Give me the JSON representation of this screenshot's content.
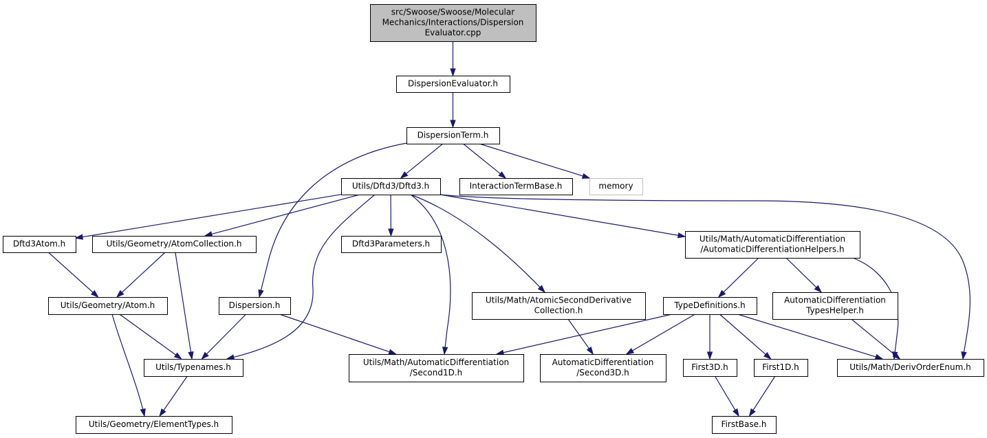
{
  "diagram": {
    "nodes": [
      {
        "id": "root",
        "lines": [
          "src/Swoose/Swoose/Molecular",
          "Mechanics/Interactions/Dispersion",
          "Evaluator.cpp"
        ],
        "style": "root"
      },
      {
        "id": "dispersion_evaluator_h",
        "lines": [
          "DispersionEvaluator.h"
        ],
        "style": "normal"
      },
      {
        "id": "dispersion_term_h",
        "lines": [
          "DispersionTerm.h"
        ],
        "style": "normal"
      },
      {
        "id": "dftd3_h",
        "lines": [
          "Utils/Dftd3/Dftd3.h"
        ],
        "style": "normal"
      },
      {
        "id": "interaction_term_base_h",
        "lines": [
          "InteractionTermBase.h"
        ],
        "style": "normal"
      },
      {
        "id": "memory",
        "lines": [
          "memory"
        ],
        "style": "external"
      },
      {
        "id": "dftd3_atom_h",
        "lines": [
          "Dftd3Atom.h"
        ],
        "style": "normal"
      },
      {
        "id": "atom_collection_h",
        "lines": [
          "Utils/Geometry/AtomCollection.h"
        ],
        "style": "normal"
      },
      {
        "id": "dftd3_parameters_h",
        "lines": [
          "Dftd3Parameters.h"
        ],
        "style": "normal"
      },
      {
        "id": "ad_helpers_h",
        "lines": [
          "Utils/Math/AutomaticDifferentiation",
          "/AutomaticDifferentiationHelpers.h"
        ],
        "style": "normal"
      },
      {
        "id": "atom_h",
        "lines": [
          "Utils/Geometry/Atom.h"
        ],
        "style": "normal"
      },
      {
        "id": "dispersion_h",
        "lines": [
          "Dispersion.h"
        ],
        "style": "normal"
      },
      {
        "id": "atomic_second_derivative_h",
        "lines": [
          "Utils/Math/AtomicSecondDerivative",
          "Collection.h"
        ],
        "style": "normal"
      },
      {
        "id": "type_definitions_h",
        "lines": [
          "TypeDefinitions.h"
        ],
        "style": "normal"
      },
      {
        "id": "ad_types_helper_h",
        "lines": [
          "AutomaticDifferentiation",
          "TypesHelper.h"
        ],
        "style": "normal"
      },
      {
        "id": "typenames_h",
        "lines": [
          "Utils/Typenames.h"
        ],
        "style": "normal"
      },
      {
        "id": "second1d_h",
        "lines": [
          "Utils/Math/AutomaticDifferentiation",
          "/Second1D.h"
        ],
        "style": "normal"
      },
      {
        "id": "second3d_h",
        "lines": [
          "AutomaticDifferentiation",
          "/Second3D.h"
        ],
        "style": "normal"
      },
      {
        "id": "first3d_h",
        "lines": [
          "First3D.h"
        ],
        "style": "normal"
      },
      {
        "id": "first1d_h",
        "lines": [
          "First1D.h"
        ],
        "style": "normal"
      },
      {
        "id": "deriv_order_enum_h",
        "lines": [
          "Utils/Math/DerivOrderEnum.h"
        ],
        "style": "normal"
      },
      {
        "id": "element_types_h",
        "lines": [
          "Utils/Geometry/ElementTypes.h"
        ],
        "style": "normal"
      },
      {
        "id": "first_base_h",
        "lines": [
          "FirstBase.h"
        ],
        "style": "normal"
      }
    ],
    "edges": [
      [
        "root",
        "dispersion_evaluator_h"
      ],
      [
        "dispersion_evaluator_h",
        "dispersion_term_h"
      ],
      [
        "dispersion_term_h",
        "dftd3_h"
      ],
      [
        "dispersion_term_h",
        "interaction_term_base_h"
      ],
      [
        "dispersion_term_h",
        "memory"
      ],
      [
        "dispersion_term_h",
        "dispersion_h"
      ],
      [
        "dftd3_h",
        "dftd3_atom_h"
      ],
      [
        "dftd3_h",
        "atom_collection_h"
      ],
      [
        "dftd3_h",
        "dftd3_parameters_h"
      ],
      [
        "dftd3_h",
        "ad_helpers_h"
      ],
      [
        "dftd3_h",
        "deriv_order_enum_h"
      ],
      [
        "dftd3_h",
        "typenames_h"
      ],
      [
        "dftd3_h",
        "second1d_h"
      ],
      [
        "dftd3_h",
        "atomic_second_derivative_h"
      ],
      [
        "dftd3_atom_h",
        "atom_h"
      ],
      [
        "atom_collection_h",
        "atom_h"
      ],
      [
        "atom_collection_h",
        "typenames_h"
      ],
      [
        "atom_h",
        "typenames_h"
      ],
      [
        "atom_h",
        "element_types_h"
      ],
      [
        "dispersion_h",
        "typenames_h"
      ],
      [
        "dispersion_h",
        "second1d_h"
      ],
      [
        "typenames_h",
        "element_types_h"
      ],
      [
        "atomic_second_derivative_h",
        "second3d_h"
      ],
      [
        "ad_helpers_h",
        "type_definitions_h"
      ],
      [
        "ad_helpers_h",
        "ad_types_helper_h"
      ],
      [
        "ad_helpers_h",
        "deriv_order_enum_h"
      ],
      [
        "type_definitions_h",
        "second1d_h"
      ],
      [
        "type_definitions_h",
        "second3d_h"
      ],
      [
        "type_definitions_h",
        "first3d_h"
      ],
      [
        "type_definitions_h",
        "first1d_h"
      ],
      [
        "type_definitions_h",
        "deriv_order_enum_h"
      ],
      [
        "ad_types_helper_h",
        "deriv_order_enum_h"
      ],
      [
        "first3d_h",
        "first_base_h"
      ],
      [
        "first1d_h",
        "first_base_h"
      ]
    ]
  }
}
